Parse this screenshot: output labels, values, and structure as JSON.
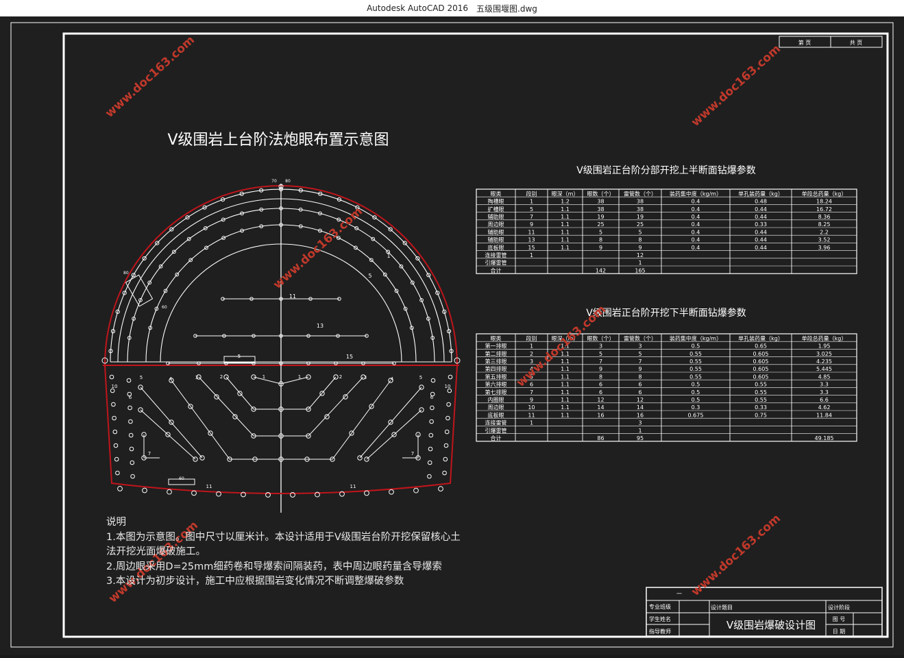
{
  "window": {
    "app_title": "Autodesk AutoCAD 2016",
    "file_name": "五级围堰图.dwg"
  },
  "drawing": {
    "main_title": "V级围岩上台阶法炮眼布置示意图",
    "page_box": {
      "label1": "第 页",
      "label2": "共 页"
    },
    "upper_table": {
      "title": "V级围岩正台阶分部开挖上半断面钻爆参数",
      "headers": [
        "眼类",
        "段别",
        "眼深（m）",
        "眼数（个）",
        "雷管数（个）",
        "装药集中度（kg/m）",
        "单孔装药量（kg）",
        "单段总药量（kg）"
      ],
      "rows": [
        [
          "掏槽眼",
          "1",
          "1.2",
          "38",
          "38",
          "0.4",
          "0.48",
          "18.24"
        ],
        [
          "扩槽眼",
          "5",
          "1.1",
          "38",
          "38",
          "0.4",
          "0.44",
          "16.72"
        ],
        [
          "辅助眼",
          "7",
          "1.1",
          "19",
          "19",
          "0.4",
          "0.44",
          "8.36"
        ],
        [
          "周边眼",
          "9",
          "1.1",
          "25",
          "25",
          "0.4",
          "0.33",
          "8.25"
        ],
        [
          "辅助眼",
          "11",
          "1.1",
          "5",
          "5",
          "0.4",
          "0.44",
          "2.2"
        ],
        [
          "辅助眼",
          "13",
          "1.1",
          "8",
          "8",
          "0.4",
          "0.44",
          "3.52"
        ],
        [
          "底板眼",
          "15",
          "1.1",
          "9",
          "9",
          "0.4",
          "0.44",
          "3.96"
        ],
        [
          "连接雷管",
          "1",
          "",
          "",
          "12",
          "",
          "",
          ""
        ],
        [
          "引爆雷管",
          "",
          "",
          "",
          "1",
          "",
          "",
          ""
        ],
        [
          "合计",
          "",
          "",
          "142",
          "165",
          "",
          "",
          ""
        ]
      ]
    },
    "lower_table": {
      "title": "V级围岩正台阶开挖下半断面钻爆参数",
      "headers": [
        "眼类",
        "段别",
        "眼深（m）",
        "眼数（个）",
        "雷管数（个）",
        "装药集中度（kg/m）",
        "单孔装药量（kg）",
        "单段总药量（kg）"
      ],
      "rows": [
        [
          "第一排眼",
          "1",
          "1.1",
          "3",
          "3",
          "0.5",
          "0.65",
          "1.95"
        ],
        [
          "第二排眼",
          "2",
          "1.1",
          "5",
          "5",
          "0.55",
          "0.605",
          "3.025"
        ],
        [
          "第三排眼",
          "3",
          "1.1",
          "7",
          "7",
          "0.55",
          "0.605",
          "4.235"
        ],
        [
          "第四排眼",
          "4",
          "1.1",
          "9",
          "9",
          "0.55",
          "0.605",
          "5.445"
        ],
        [
          "第五排眼",
          "5",
          "1.1",
          "8",
          "8",
          "0.55",
          "0.605",
          "4.85"
        ],
        [
          "第六排眼",
          "6",
          "1.1",
          "6",
          "6",
          "0.5",
          "0.55",
          "3.3"
        ],
        [
          "第七排眼",
          "7",
          "1.1",
          "6",
          "6",
          "0.5",
          "0.55",
          "3.3"
        ],
        [
          "内圈眼",
          "9",
          "1.1",
          "12",
          "12",
          "0.5",
          "0.55",
          "6.6"
        ],
        [
          "周边眼",
          "10",
          "1.1",
          "14",
          "14",
          "0.3",
          "0.33",
          "4.62"
        ],
        [
          "底板眼",
          "11",
          "1.1",
          "16",
          "16",
          "0.675",
          "0.75",
          "11.84"
        ],
        [
          "连接雷管",
          "1",
          "",
          "",
          "3",
          "",
          "",
          ""
        ],
        [
          "引爆雷管",
          "",
          "",
          "",
          "1",
          "",
          "",
          ""
        ],
        [
          "合计",
          "",
          "",
          "86",
          "95",
          "",
          "",
          "49.185"
        ]
      ]
    },
    "diagram_labels": {
      "upper": [
        "11",
        "13",
        "15",
        "1",
        "5",
        "70",
        "80",
        "80",
        "60",
        "60"
      ],
      "lower": [
        "1",
        "1",
        "2",
        "2",
        "3",
        "3",
        "4",
        "4",
        "5",
        "5",
        "6",
        "6",
        "7",
        "7",
        "10",
        "10",
        "11",
        "11",
        "60"
      ]
    },
    "notes": {
      "heading": "说明",
      "line1": "1.本图为示意图。图中尺寸以厘米计。本设计适用于V级围岩台阶开挖保留核心土",
      "line2": "法开挖光面爆破施工。",
      "line3": "2.周边眼采用D=25mm细药卷和导爆索间隔装药，表中周边眼药量含导爆索",
      "line4": "3.本设计为初步设计，施工中应根据围岩变化情况不断调整爆破参数"
    },
    "title_block": {
      "top_mark": "一",
      "major_label": "专业班级",
      "name_label": "学生姓名",
      "advisor_label": "指导教师",
      "design_item_label": "设计题目",
      "drawing_title": "V级围岩爆破设计图",
      "design_stage_label": "设计阶段",
      "drawing_no_label": "图 号",
      "date_label": "日 期"
    },
    "watermark": "www.doc163.com",
    "colors": {
      "background": "#1f1f1f",
      "line": "#ffffff",
      "red": "#c0151b",
      "watermark": "#c0392b"
    }
  }
}
